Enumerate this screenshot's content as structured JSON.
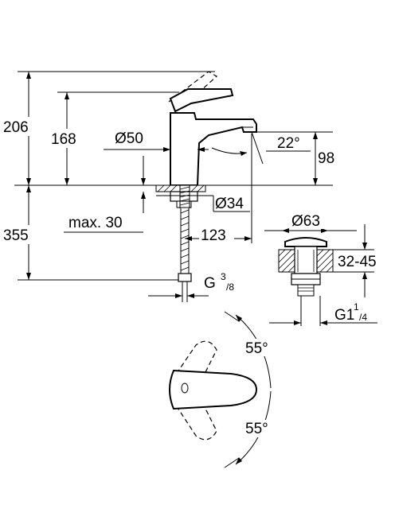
{
  "dimensions": {
    "total_height_above_deck": "206",
    "spout_height": "168",
    "base_diameter": "Ø50",
    "spout_angle": "22°",
    "outlet_height": "98",
    "hole_diameter": "Ø34",
    "max_deck_thickness": "max. 30",
    "projection": "123",
    "below_deck_length": "355",
    "hose_thread_main": "G",
    "hose_thread_sup": "3",
    "hose_thread_sub": "/8",
    "waste_diameter": "Ø63",
    "waste_range": "32-45",
    "waste_thread_main": "G1",
    "waste_thread_sup": "1",
    "waste_thread_sub": "/4",
    "lever_angle_top": "55°",
    "lever_angle_bottom": "55°"
  }
}
